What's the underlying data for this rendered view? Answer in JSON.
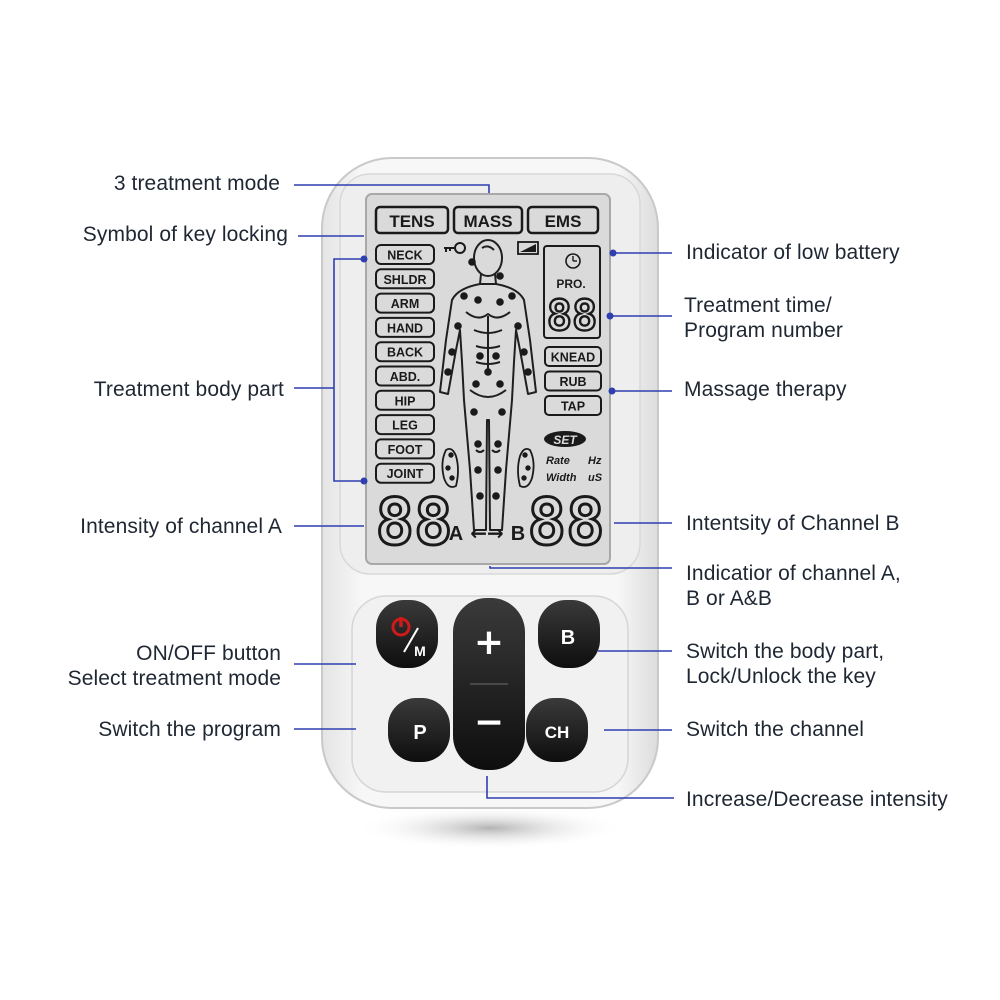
{
  "callouts": {
    "treatment_mode": "3 treatment mode",
    "key_locking": "Symbol of key locking",
    "body_part": "Treatment body part",
    "intensity_a": "Intensity of channel A",
    "on_off_line1": "ON/OFF button",
    "on_off_line2": "Select treatment mode",
    "switch_program": "Switch the program",
    "low_battery": "Indicator of low battery",
    "time_program_line1": "Treatment time/",
    "time_program_line2": "Program number",
    "massage_therapy": "Massage therapy",
    "intensity_b": "Intentsity of Channel B",
    "channel_indicator_line1": "Indicatior of channel A,",
    "channel_indicator_line2": "B or A&B",
    "switch_body_line1": "Switch the body part,",
    "switch_body_line2": "Lock/Unlock the key",
    "switch_channel": "Switch the channel",
    "increase_decrease": "Increase/Decrease intensity"
  },
  "lcd": {
    "modes": [
      "TENS",
      "MASS",
      "EMS"
    ],
    "body_parts": [
      "NECK",
      "SHLDR",
      "ARM",
      "HAND",
      "BACK",
      "ABD.",
      "HIP",
      "LEG",
      "FOOT",
      "JOINT"
    ],
    "pro_label": "PRO.",
    "program_digits": "88",
    "massage_modes": [
      "KNEAD",
      "RUB",
      "TAP"
    ],
    "set_label": "SET",
    "rate_label": "Rate",
    "rate_unit": "Hz",
    "width_label": "Width",
    "width_unit": "uS",
    "channel_a_digits": "88",
    "channel_b_digits": "88",
    "channel_a_letter": "A",
    "channel_b_letter": "B",
    "channel_arrow": "←→"
  },
  "buttons": {
    "power_mode_label": "M",
    "plus_label": "+",
    "minus_label": "−",
    "body_label": "B",
    "program_label": "P",
    "channel_label": "CH"
  },
  "colors": {
    "leader_line": "#2f3fb0",
    "lcd_background": "#d9d9d9",
    "lcd_ink": "#1a1a1a",
    "device_body": "#f2f2f2",
    "button": "#1b1b1b",
    "power_icon": "#d01a1a"
  }
}
